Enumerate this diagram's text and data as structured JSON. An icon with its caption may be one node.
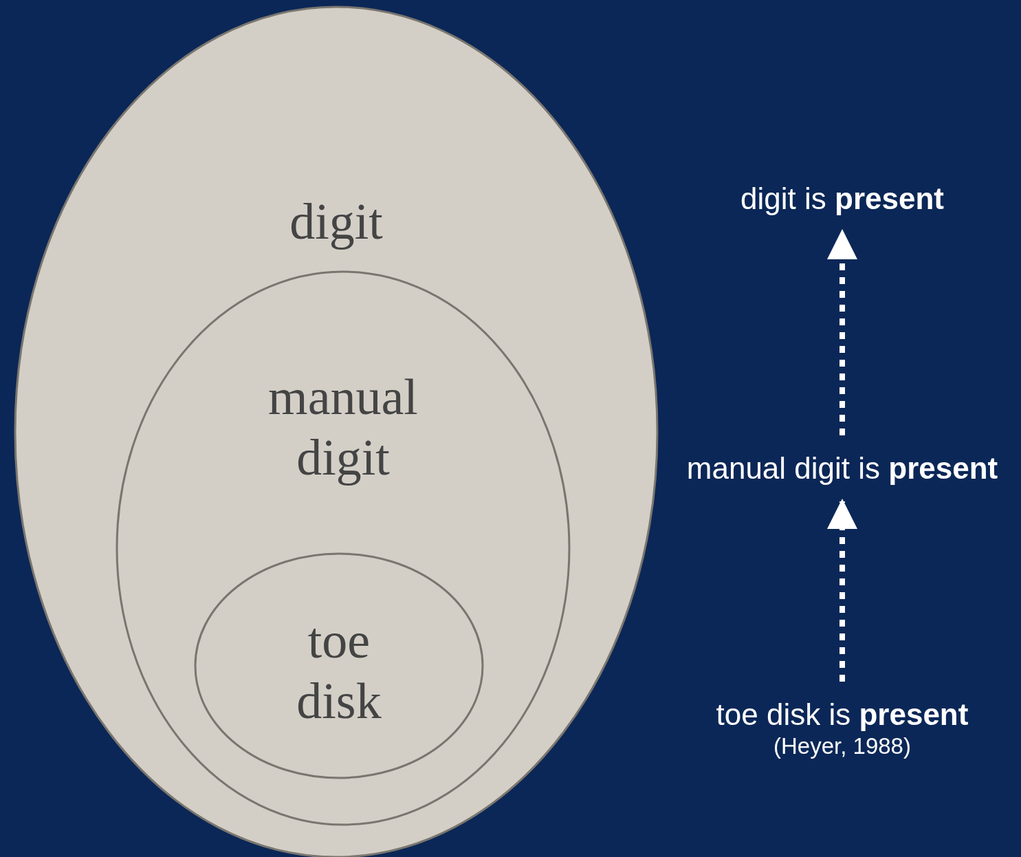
{
  "diagram": {
    "nodes": [
      {
        "text": [
          "digit"
        ]
      },
      {
        "text": [
          "manual digit"
        ],
        "in": 0
      },
      {
        "text": [
          "toe disk"
        ],
        "in": 1
      },
      {
        "text": [
          "digit is **present**"
        ]
      },
      {
        "text": [
          "manual digit is **present**"
        ]
      },
      {
        "text": [
          "toe disk is **present**"
        ],
        "beside": [
          "(Heyer, 1988)"
        ]
      }
    ],
    "edges": [
      {
        "from": 5,
        "to": 4,
        "arrow": "to",
        "style": "dashed"
      },
      {
        "from": 4,
        "to": 3,
        "arrow": "to",
        "style": "dashed"
      }
    ]
  }
}
